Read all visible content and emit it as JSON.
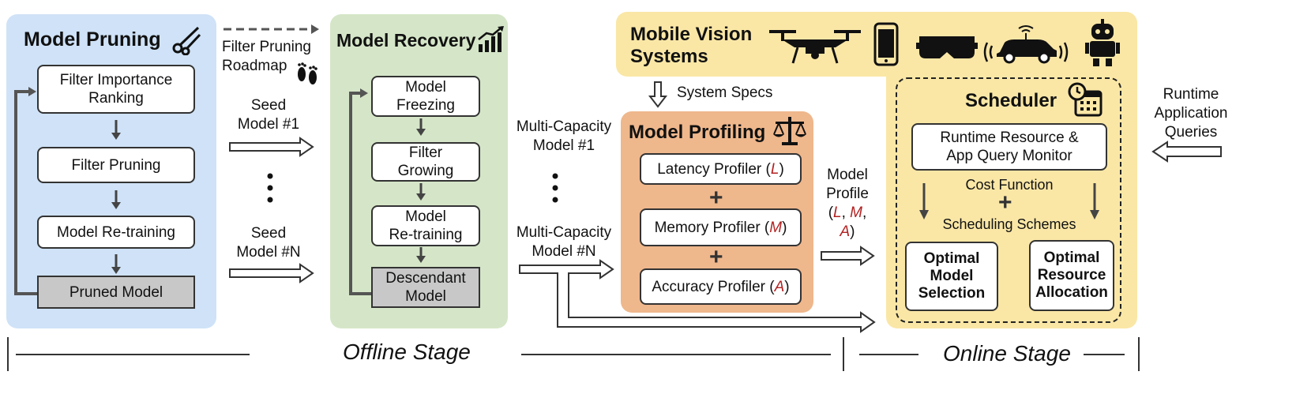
{
  "colors": {
    "pruning_panel": "#cfe2f7",
    "recovery_panel": "#d5e6c8",
    "mobile_panel": "#fae7a6",
    "profiling_panel": "#efb78c",
    "scheduler_panel": "#fae7a6",
    "pruned_box": "#c8c8c8",
    "variable_red": "#b22222"
  },
  "pruning": {
    "title": "Model Pruning",
    "icon": "scissors-icon",
    "steps": [
      "Filter Importance\nRanking",
      "Filter Pruning",
      "Model Re-training"
    ],
    "output": "Pruned Model"
  },
  "legend": {
    "roadmap_label": "Filter Pruning\nRoadmap",
    "roadmap_icon": "footprints-icon"
  },
  "seeds": {
    "first": "Seed\nModel #1",
    "last": "Seed\nModel #N"
  },
  "recovery": {
    "title": "Model Recovery",
    "icon": "growth-chart-icon",
    "steps": [
      "Model\nFreezing",
      "Filter\nGrowing",
      "Model\nRe-training"
    ],
    "output": "Descendant\nModel"
  },
  "multi_capacity": {
    "first": "Multi-Capacity\nModel #1",
    "last": "Multi-Capacity\nModel #N"
  },
  "mobile": {
    "title": "Mobile Vision\nSystems",
    "devices": [
      "drone-icon",
      "smartphone-icon",
      "vr-headset-icon",
      "connected-car-icon",
      "robot-icon"
    ]
  },
  "system_specs": "System Specs",
  "profiling": {
    "title": "Model Profiling",
    "icon": "balance-scale-icon",
    "profilers": [
      {
        "name": "Latency Profiler",
        "var": "L"
      },
      {
        "name": "Memory Profiler",
        "var": "M"
      },
      {
        "name": "Accuracy Profiler",
        "var": "A"
      }
    ],
    "plus": "+"
  },
  "model_profile": {
    "label": "Model\nProfile",
    "vars": [
      "L",
      "M",
      "A"
    ]
  },
  "scheduler": {
    "title": "Scheduler",
    "icon": "calendar-clock-icon",
    "monitor": "Runtime Resource &\nApp Query Monitor",
    "cost_function": "Cost Function",
    "plus": "+",
    "schemes": "Scheduling Schemes",
    "outputs": [
      "Optimal\nModel\nSelection",
      "Optimal\nResource\nAllocation"
    ]
  },
  "runtime_queries": "Runtime\nApplication\nQueries",
  "stages": {
    "offline": "Offline Stage",
    "online": "Online Stage"
  }
}
